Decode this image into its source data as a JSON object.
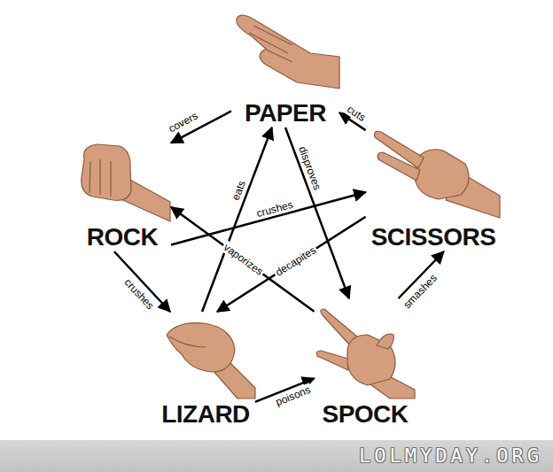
{
  "diagram": {
    "nodes": [
      {
        "text": [
          "PAPER"
        ]
      },
      {
        "text": [
          "ROCK"
        ]
      },
      {
        "text": [
          "SCISSORS"
        ]
      },
      {
        "text": [
          "LIZARD"
        ]
      },
      {
        "text": [
          "SPOCK"
        ]
      }
    ],
    "edges": [
      {
        "from": 0,
        "to": 1,
        "label": "covers",
        "arrow": "to"
      },
      {
        "from": 2,
        "to": 0,
        "label": "cuts",
        "arrow": "to"
      },
      {
        "from": 1,
        "to": 2,
        "label": "crushes",
        "arrow": "to"
      },
      {
        "from": 1,
        "to": 3,
        "label": "crushes",
        "arrow": "to"
      },
      {
        "from": 3,
        "to": 0,
        "label": "eats",
        "arrow": "to"
      },
      {
        "from": 0,
        "to": 4,
        "label": "disproves",
        "arrow": "to"
      },
      {
        "from": 4,
        "to": 1,
        "label": "vaporizes",
        "arrow": "to"
      },
      {
        "from": 2,
        "to": 3,
        "label": "decapites",
        "arrow": "to"
      },
      {
        "from": 3,
        "to": 4,
        "label": "poisons",
        "arrow": "to"
      },
      {
        "from": 4,
        "to": 2,
        "label": "smashes",
        "arrow": "to"
      }
    ],
    "labels": [
      "LOLMYDAY.ORG"
    ]
  }
}
